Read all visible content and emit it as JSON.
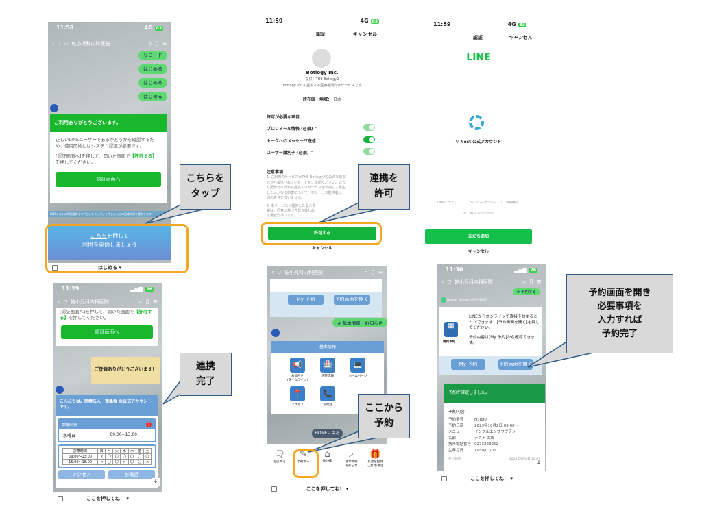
{
  "p1": {
    "time": "11:58",
    "signal": "4G",
    "battery": "83",
    "back": "1",
    "title": "乾小児科内科医院",
    "pills": [
      "リロード",
      "はじめる",
      "はじめる",
      "はじめる"
    ],
    "card_title": "ご利用ありがとうございます。",
    "card_body1": "正しいLINEユーザーであるかどうかを確認するため、使用開始にはシステム認証が必要です。",
    "card_body2a": "[認証画面へ]を押して、開いた画面で",
    "card_body2b": "【許可する】",
    "card_body2c": "を押してください。",
    "card_button": "認証画面へ",
    "banner_left": "LINEシステム利用規約",
    "banner_right": "※「ここをタップ」を押したらこの画像が切り替わります",
    "cta_line1": "こちら",
    "cta_line1b": "を押して",
    "cta_line2": "利用を開始しましょう",
    "bottom": "はじめる ▾"
  },
  "p2": {
    "time": "11:59",
    "signal": "4G",
    "battery": "83",
    "header_title": "認証",
    "cancel": "キャンセル",
    "company": "Botlogy Inc.",
    "provider": "提供：THE-Botlogy2",
    "desc": "Botlogy Inc.の提供する医療機関向けサービスです",
    "region_label": "所在国・地域：",
    "region_value": "日本",
    "perm_heading": "許可が必要な項目",
    "perms": [
      "プロフィール情報 (必須) ^",
      "トークへのメッセージ送信 ^",
      "ユーザー識別子 (必須) ^"
    ],
    "notes_heading": "注意事項",
    "note1": "1. ご利用のサービスがTHE-Botlogy2の公式な配布元から提供されていることをご確認ください。公式な配布元以外から提供するサービスを利用して発生したいかなる損害について、本サービス提供者は一切の責任を負いません。",
    "note2": "2. 本サービスに提供した個人情報は、同意に基づき取り扱われる場合があります。",
    "allow_button": "許可する",
    "cancel_bottom": "キャンセル"
  },
  "p3": {
    "time": "11:59",
    "signal": "4G",
    "battery": "83",
    "header_title": "認証",
    "cancel": "キャンセル",
    "logo": "LINE",
    "account": "Nest 公式アカウント",
    "links": [
      "LINEについて",
      "プライバシーポリシー",
      "利用規約"
    ],
    "copyright": "© LINE Corporation",
    "add_friend": "友だち追加",
    "cancel_bottom": "キャンセル"
  },
  "p4": {
    "time": "11:29",
    "battery": "76",
    "title": "乾小児科内科医院",
    "card_text_a": "[認証画面へ]を押して、開いた画面で",
    "card_text_b": "【許可する】",
    "card_text_c": "を押してください。",
    "card_button": "認証画面へ",
    "thanks": "ご登録ありがとうございます！",
    "greeting": "こんにちは。医療法人　徳風会 の公式アカウントです。",
    "hours_label": "診療時間",
    "today_day": "水曜日",
    "today_hours": "09:00~13:00",
    "table_header": [
      "診療時間",
      "日",
      "月",
      "火",
      "水",
      "木",
      "金",
      "土"
    ],
    "table_rows": [
      [
        "09:00～13:00",
        "×",
        "〇",
        "〇",
        "〇",
        "〇",
        "〇",
        "〇"
      ],
      [
        "15:00～18:00",
        "×",
        "〇",
        "〇",
        "×",
        "〇",
        "〇",
        "×"
      ]
    ],
    "btn_access": "アクセス",
    "btn_phone": "お電話",
    "bottom": "ここを押してね！ ▾"
  },
  "p5": {
    "title": "乾小児科内科医院",
    "btn_my": "My 予約",
    "btn_open": "予約画面を開く",
    "tag": "# 基本情報・お知らせ",
    "section": "基本情報",
    "icons": [
      "お知らせ\n(タイムライン)",
      "医院情報",
      "ホームページ",
      "アクセス",
      "お電話"
    ],
    "home_back": "HOMEに戻る",
    "menu": [
      "相談する",
      "予約する",
      "HOME",
      "基本情報\nお知らせ",
      "友達を招待\nご意見/要望"
    ],
    "bottom": "ここを押してね！ ▾"
  },
  "p6": {
    "time": "11:30",
    "battery": "76",
    "title": "乾小児科内科医院",
    "tag": "# 予約する",
    "sender": "Botlogy Nest 乾小児科内科医院",
    "cal_label": "便利予約",
    "msg1": "LINEからオンラインで直接予約することができます！[予約画面を開く]を押してください。",
    "msg2": "予約内容は[My 予約]から確認できます。",
    "btn_my": "My 予約",
    "btn_open": "予約画面を開く",
    "confirm": "予約が確定しました。",
    "detail_heading": "予約内容",
    "details": [
      [
        "予約番号",
        "H3J6J0"
      ],
      [
        "予約日時",
        "2023年10月2日 09:00 ~"
      ],
      [
        "メニュー",
        "インフルエンザワクチン"
      ],
      [
        "名前",
        "テスト 太郎"
      ],
      [
        "携帯電話番号",
        "0273223252"
      ],
      [
        "生年月日",
        "1950/01/01"
      ]
    ],
    "received_label": "受付日時",
    "received_value": "2023年9月8日 10:03",
    "bottom": "ここを押してね！ ▾"
  },
  "callouts": {
    "c1": [
      "こちらを",
      "タップ"
    ],
    "c2": [
      "連携を",
      "許可"
    ],
    "c3": [
      "連携",
      "完了"
    ],
    "c4": [
      "ここから",
      "予約"
    ],
    "c5": [
      "予約画面を開き",
      "必要事項を",
      "入力すれば",
      "予約完了"
    ]
  }
}
